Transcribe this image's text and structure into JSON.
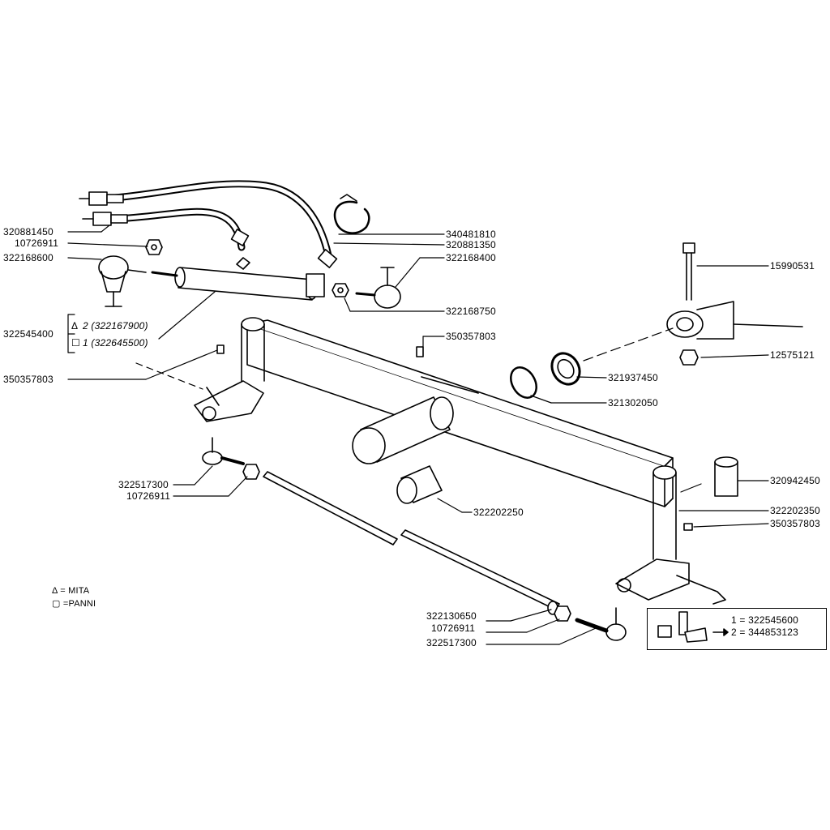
{
  "labels": {
    "p320881450": "320881450",
    "p10726911_top": "10726911",
    "p322168600": "322168600",
    "p322545400": "322545400",
    "p322167900_opt": "2 (322167900)",
    "p322645500_opt": "1 (322645500)",
    "p350357803_left": "350357803",
    "p322517300_left": "322517300",
    "p10726911_left": "10726911",
    "p340481810": "340481810",
    "p320881350": "320881350",
    "p322168400": "322168400",
    "p322168750": "322168750",
    "p350357803_mid": "350357803",
    "p15990531": "15990531",
    "p12575121": "12575121",
    "p321937450": "321937450",
    "p321302050": "321302050",
    "p320942450": "320942450",
    "p322202350": "322202350",
    "p350357803_right": "350357803",
    "p322202250": "322202250",
    "p322130650": "322130650",
    "p10726911_bottom": "10726911",
    "p322517300_bottom": "322517300"
  },
  "legend": {
    "mita": "Δ = MITA",
    "panni": "▢ =PANNI"
  },
  "inset": {
    "item1": "1 = 322545600",
    "item2": "2 = 344853123"
  },
  "markers": {
    "triangle": "Δ",
    "square": "☐"
  }
}
